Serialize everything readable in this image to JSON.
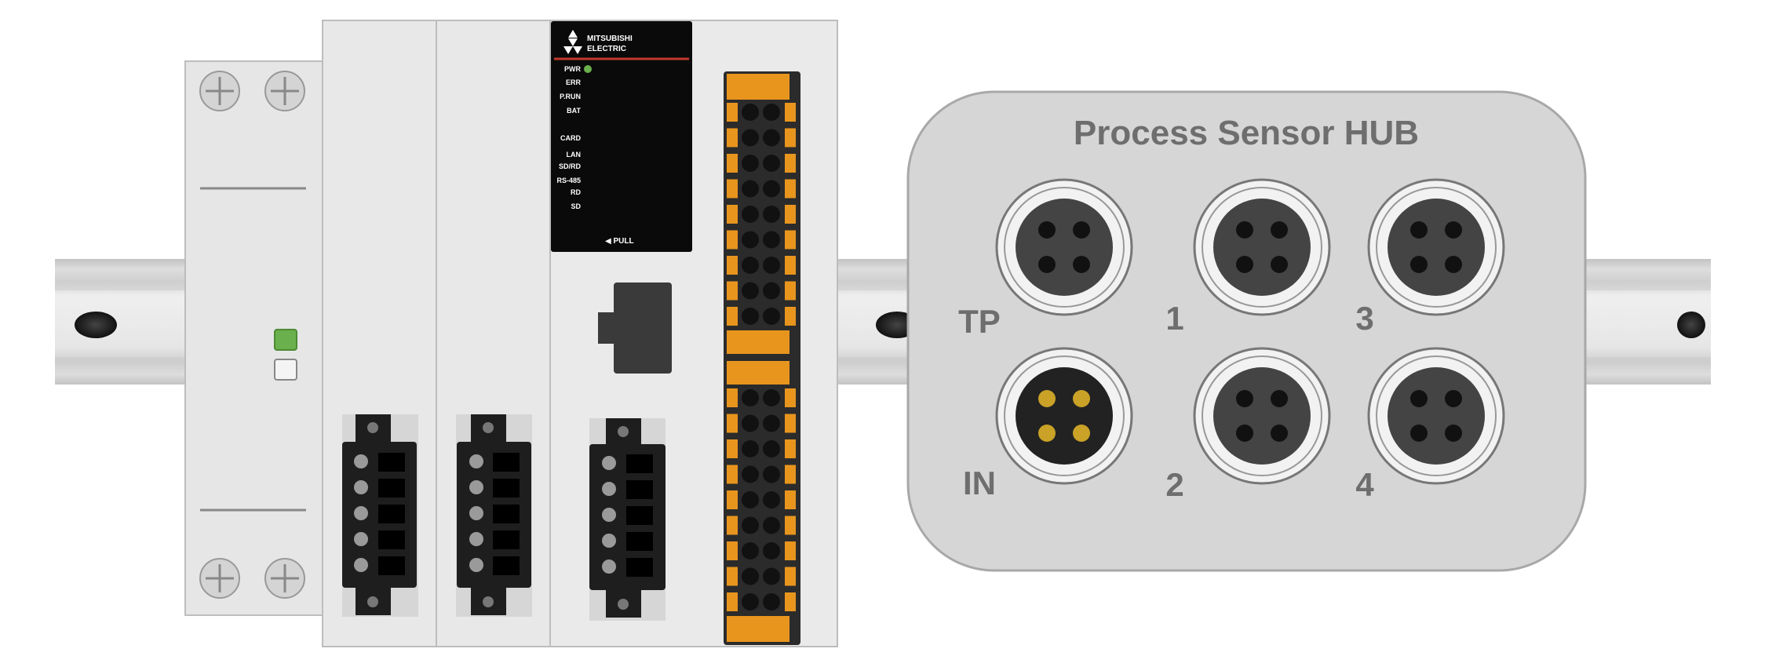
{
  "hub": {
    "title": "Process Sensor HUB",
    "ports": [
      {
        "label": "TP",
        "pin_color": "#111111",
        "face_color": "#444444"
      },
      {
        "label": "1",
        "pin_color": "#111111",
        "face_color": "#444444"
      },
      {
        "label": "3",
        "pin_color": "#111111",
        "face_color": "#444444"
      },
      {
        "label": "IN",
        "pin_color": "#c9a227",
        "face_color": "#222222"
      },
      {
        "label": "2",
        "pin_color": "#111111",
        "face_color": "#444444"
      },
      {
        "label": "4",
        "pin_color": "#111111",
        "face_color": "#444444"
      }
    ]
  },
  "plc": {
    "brand_line1": "MITSUBISHI",
    "brand_line2": "ELECTRIC",
    "leds": [
      {
        "label": "PWR",
        "on": true
      },
      {
        "label": "ERR"
      },
      {
        "label": "P.RUN"
      },
      {
        "label": "BAT"
      },
      {
        "label": "CARD"
      },
      {
        "label": "LAN"
      },
      {
        "label": "SD/RD"
      },
      {
        "label": "RS-485"
      },
      {
        "label": "RD"
      },
      {
        "label": "SD"
      }
    ],
    "pull_label": "◀ PULL",
    "led_on_color": "#6ab04c"
  },
  "power_module": {
    "status_leds": [
      "green",
      "off"
    ]
  },
  "colors": {
    "terminal_orange": "#e8951e",
    "terminal_black": "#1e1e1e",
    "module_gray": "#e6e6e6",
    "rail": "#d8d8d8"
  }
}
